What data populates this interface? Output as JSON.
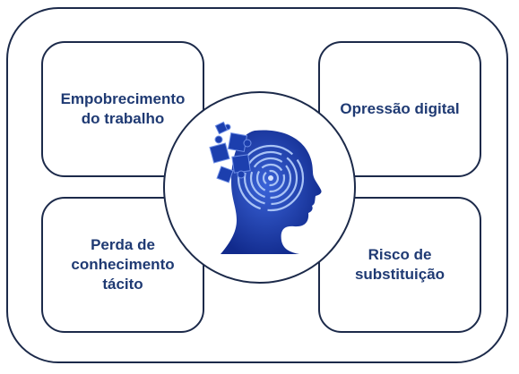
{
  "boxes": {
    "top_left": {
      "line1": "Empobrecimento",
      "line2": "do trabalho",
      "line3": ""
    },
    "top_right": {
      "line1": "Opressão digital",
      "line2": "",
      "line3": ""
    },
    "bottom_left": {
      "line1": "Perda de",
      "line2": "conhecimento",
      "line3": "tácito"
    },
    "bottom_right": {
      "line1": "Risco de",
      "line2": "substituição",
      "line3": ""
    }
  },
  "center": {
    "icon": "head-puzzle-maze-icon"
  },
  "colors": {
    "text": "#1f3a73",
    "border": "#1c2a4a",
    "icon": "#1c3fae"
  }
}
